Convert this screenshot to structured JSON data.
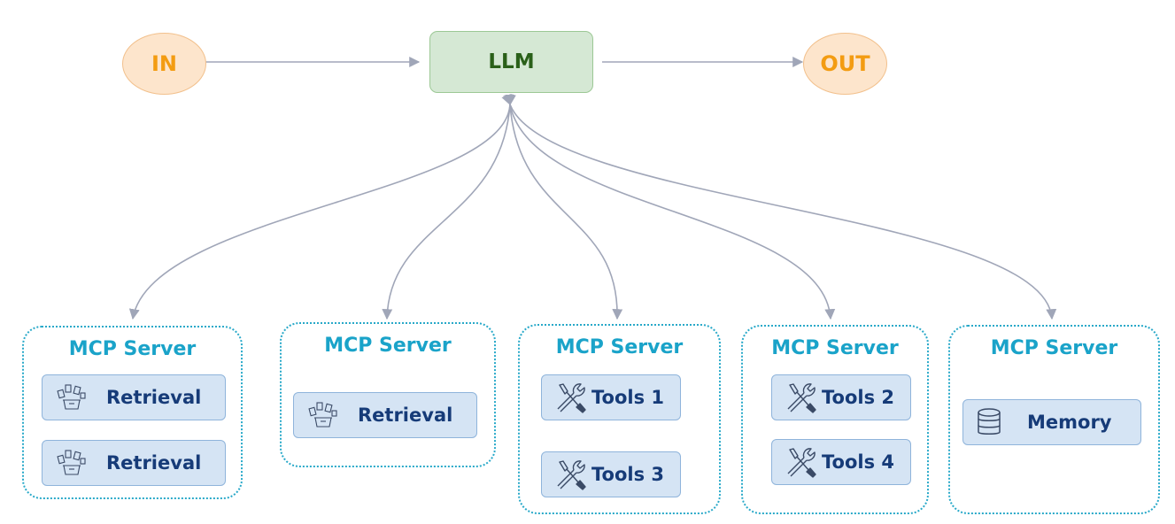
{
  "input": {
    "label": "IN"
  },
  "llm": {
    "label": "LLM"
  },
  "output": {
    "label": "OUT"
  },
  "servers": [
    {
      "title": "MCP Server",
      "items": [
        {
          "label": "Retrieval",
          "icon": "retrieval-icon"
        },
        {
          "label": "Retrieval",
          "icon": "retrieval-icon"
        }
      ]
    },
    {
      "title": "MCP Server",
      "items": [
        {
          "label": "Retrieval",
          "icon": "retrieval-icon"
        }
      ]
    },
    {
      "title": "MCP Server",
      "items": [
        {
          "label": "Tools 1",
          "icon": "tools-icon"
        },
        {
          "label": "Tools 3",
          "icon": "tools-icon"
        }
      ]
    },
    {
      "title": "MCP Server",
      "items": [
        {
          "label": "Tools 2",
          "icon": "tools-icon"
        },
        {
          "label": "Tools 4",
          "icon": "tools-icon"
        }
      ]
    },
    {
      "title": "MCP Server",
      "items": [
        {
          "label": "Memory",
          "icon": "database-icon"
        }
      ]
    }
  ],
  "colors": {
    "io_fill": "#fde5cc",
    "io_text": "#f39c12",
    "llm_fill": "#d5e8d4",
    "llm_text": "#2a6019",
    "server_border": "#29a9c9",
    "server_title": "#1aa3c9",
    "item_fill": "#d5e4f4",
    "item_text": "#163b78",
    "connector": "#a0a6b8"
  }
}
